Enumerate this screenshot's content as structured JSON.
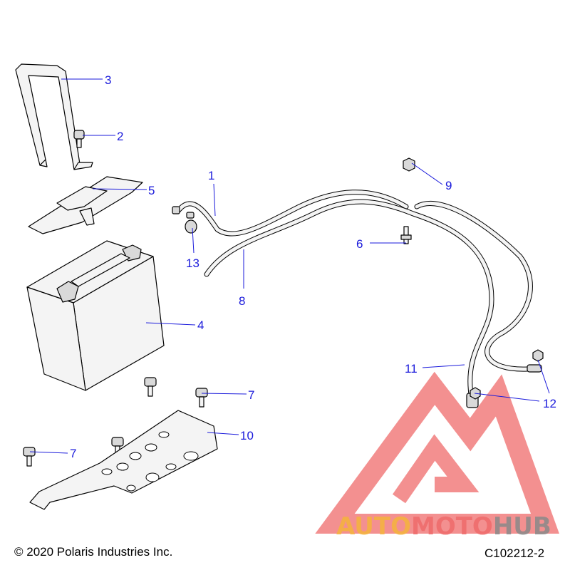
{
  "callouts": [
    {
      "id": "c1",
      "label": "1"
    },
    {
      "id": "c2",
      "label": "2"
    },
    {
      "id": "c3",
      "label": "3"
    },
    {
      "id": "c4",
      "label": "4"
    },
    {
      "id": "c5",
      "label": "5"
    },
    {
      "id": "c6",
      "label": "6"
    },
    {
      "id": "c7a",
      "label": "7"
    },
    {
      "id": "c7b",
      "label": "7"
    },
    {
      "id": "c8",
      "label": "8"
    },
    {
      "id": "c9",
      "label": "9"
    },
    {
      "id": "c10",
      "label": "10"
    },
    {
      "id": "c11",
      "label": "11"
    },
    {
      "id": "c12",
      "label": "12"
    },
    {
      "id": "c13",
      "label": "13"
    }
  ],
  "footer": {
    "copyright": "© 2020 Polaris Industries Inc.",
    "diagram_id": "C102212-2"
  },
  "watermark": {
    "part1": "AUTO",
    "part2": "MOTO",
    "part3": "HUB",
    "colors": {
      "auto": "#f5b43c",
      "moto": "#ef6b6b",
      "hub": "#8a8a8a",
      "logo": "#ef6b6b"
    }
  },
  "colors": {
    "callout": "#1a1adb",
    "line": "#000000",
    "part_fill": "#f4f4f4"
  }
}
